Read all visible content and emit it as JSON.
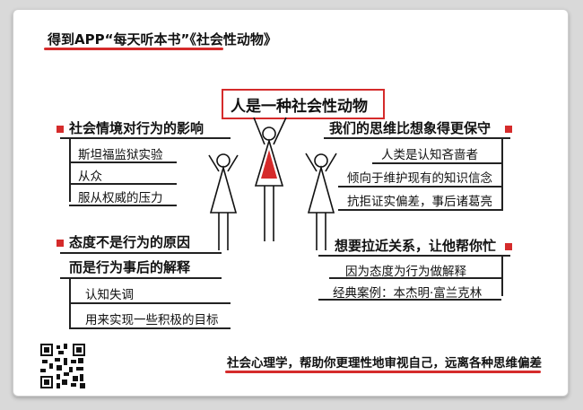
{
  "header": {
    "text": "得到APP“每天听本书”《社会性动物》"
  },
  "main_title": "人是一种社会性动物",
  "left_top": {
    "heading": "社会情境对行为的影响",
    "items": [
      "斯坦福监狱实验",
      "从众",
      "服从权威的压力"
    ]
  },
  "left_bottom": {
    "heading": "态度不是行为的原因",
    "heading2": "而是行为事后的解释",
    "items": [
      "认知失调",
      "用来实现一些积极的目标"
    ]
  },
  "right_top": {
    "heading": "我们的思维比想象得更保守",
    "items": [
      "人类是认知吝啬者",
      "倾向于维护现有的知识信念",
      "抗拒证实偏差，事后诸葛亮"
    ]
  },
  "right_bottom": {
    "heading": "想要拉近关系，让他帮你忙",
    "items": [
      "因为态度为行为做解释",
      "经典案例：本杰明·富兰克林"
    ]
  },
  "footer": "社会心理学，帮助你更理性地审视自己，远离各种思维偏差",
  "colors": {
    "accent": "#d52b2b",
    "ink": "#111111",
    "paper": "#ffffff",
    "frame": "#d9d9d9"
  },
  "icons": [
    "qr-code-icon",
    "person-figure-icon"
  ]
}
